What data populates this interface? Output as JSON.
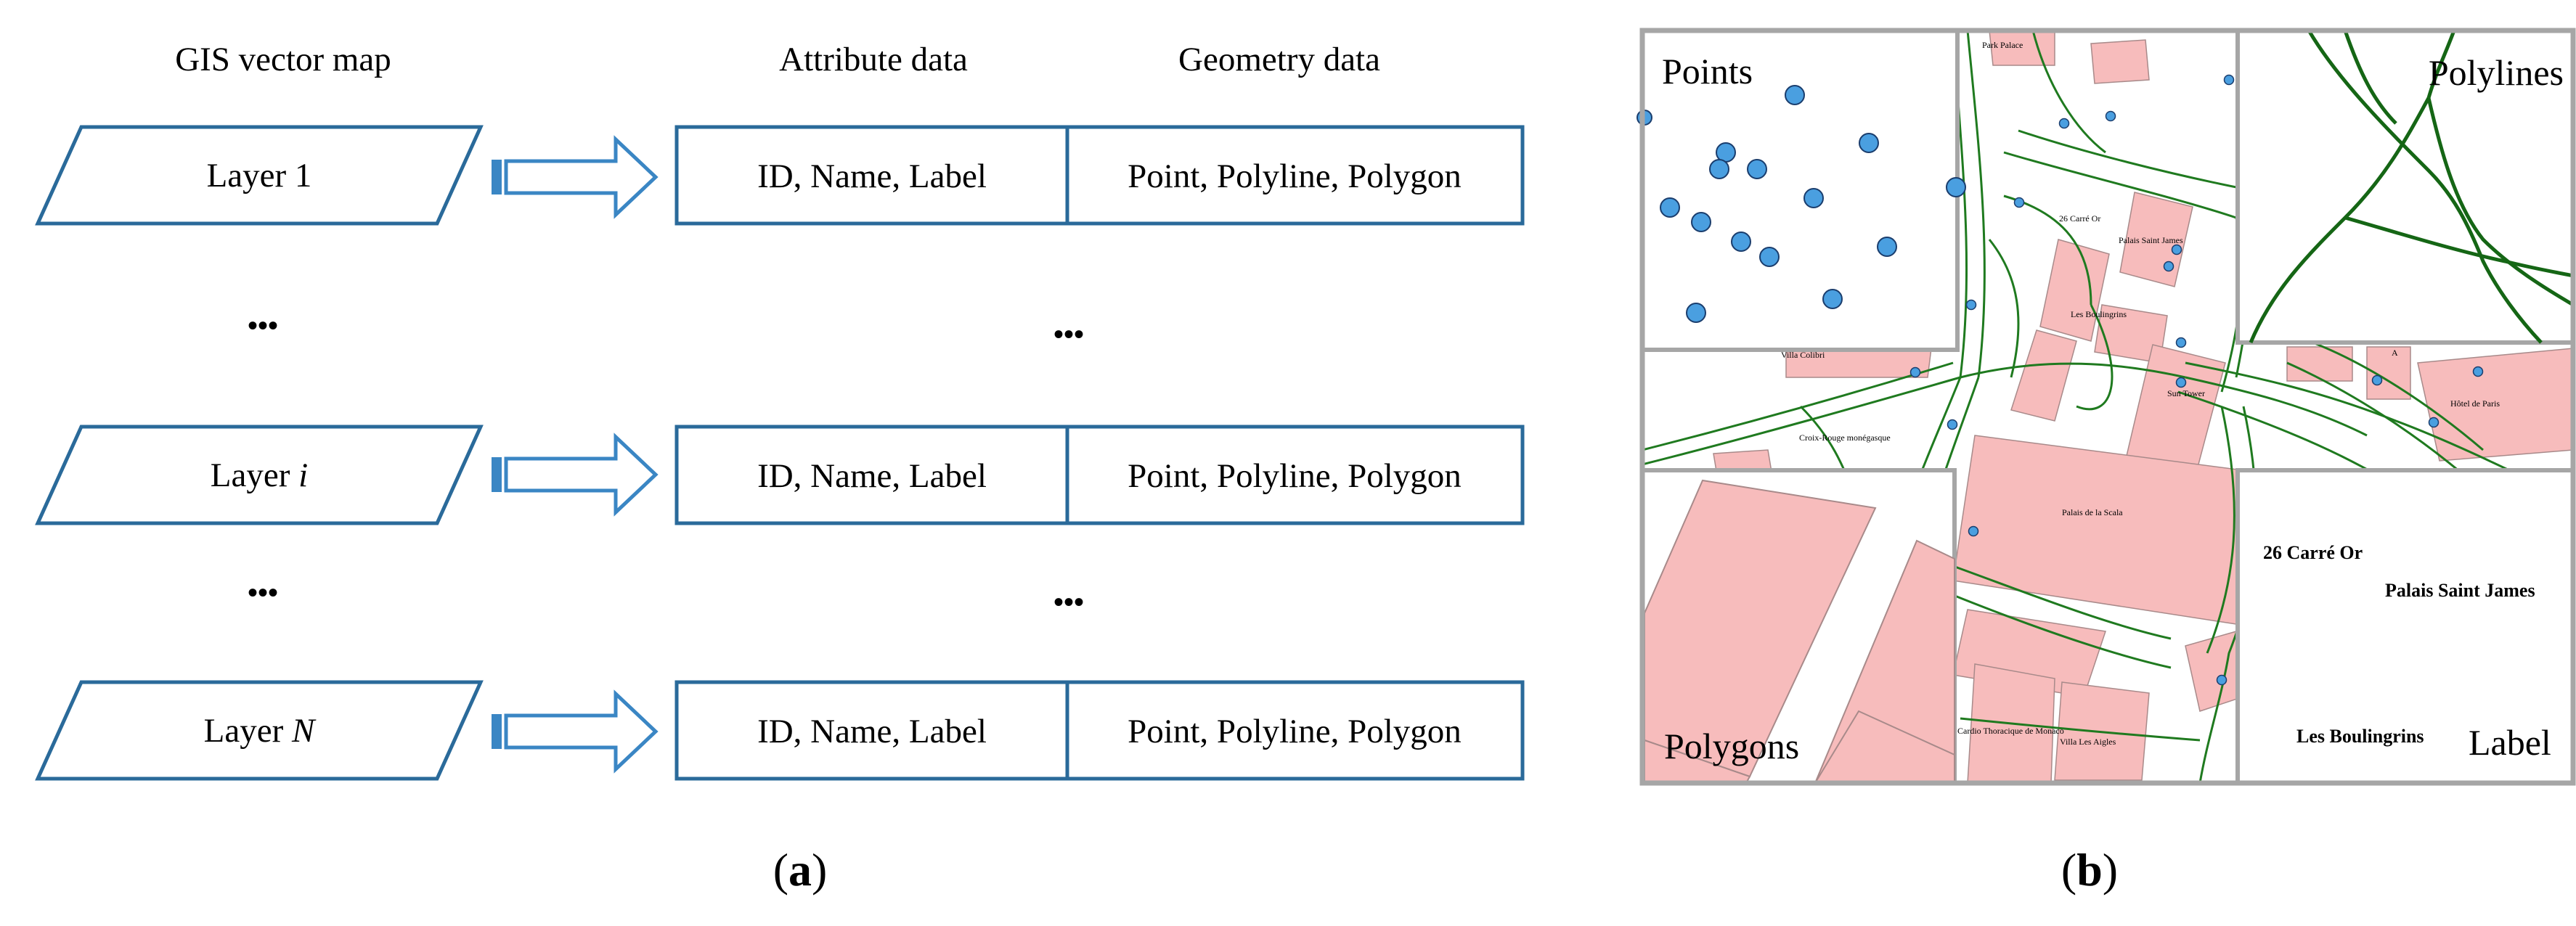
{
  "panel_a": {
    "headers": {
      "gis_vector_map": "GIS vector map",
      "attribute_data": "Attribute data",
      "geometry_data": "Geometry data"
    },
    "rows": [
      {
        "layer_prefix": "Layer ",
        "layer_var": "1",
        "attribute": "ID, Name, Label",
        "geometry": "Point, Polyline, Polygon"
      },
      {
        "layer_prefix": "Layer ",
        "layer_var": "i",
        "attribute": "ID, Name, Label",
        "geometry": "Point, Polyline, Polygon"
      },
      {
        "layer_prefix": "Layer ",
        "layer_var": "N",
        "attribute": "ID, Name, Label",
        "geometry": "Point, Polyline, Polygon"
      }
    ],
    "ellipsis": "•••",
    "caption_open": "(",
    "caption_letter": "a",
    "caption_close": ")"
  },
  "panel_b": {
    "quadrant_labels": {
      "points": "Points",
      "polylines": "Polylines",
      "polygons": "Polygons",
      "label": "Label"
    },
    "map_labels": [
      "Park Palace",
      "26 Carré Or",
      "Palais Saint James",
      "Les Boulingrins",
      "Villa Colibri",
      "Sun Tower",
      "A",
      "Hôtel de Paris",
      "Croix-Rouge monégasque",
      "Palais de la Scala",
      "Villa Les Aigles",
      "Cardio Thoracique de Monaco"
    ],
    "label_quadrant_texts": [
      "26 Carré Or",
      "Palais Saint James",
      "Les Boulingrins"
    ],
    "caption_open": "(",
    "caption_letter": "b",
    "caption_close": ")"
  },
  "colors": {
    "outline_blue": "#2a6a9a",
    "arrow_blue": "#3a86c4",
    "road_green": "#1f7a1f",
    "polyline_green": "#156615",
    "building_pink": "#f7bcbc",
    "building_edge": "#a88a8a",
    "point_fill": "#4a9fe0",
    "point_stroke": "#1a3d6d",
    "frame_grey": "#a6a6a6"
  }
}
